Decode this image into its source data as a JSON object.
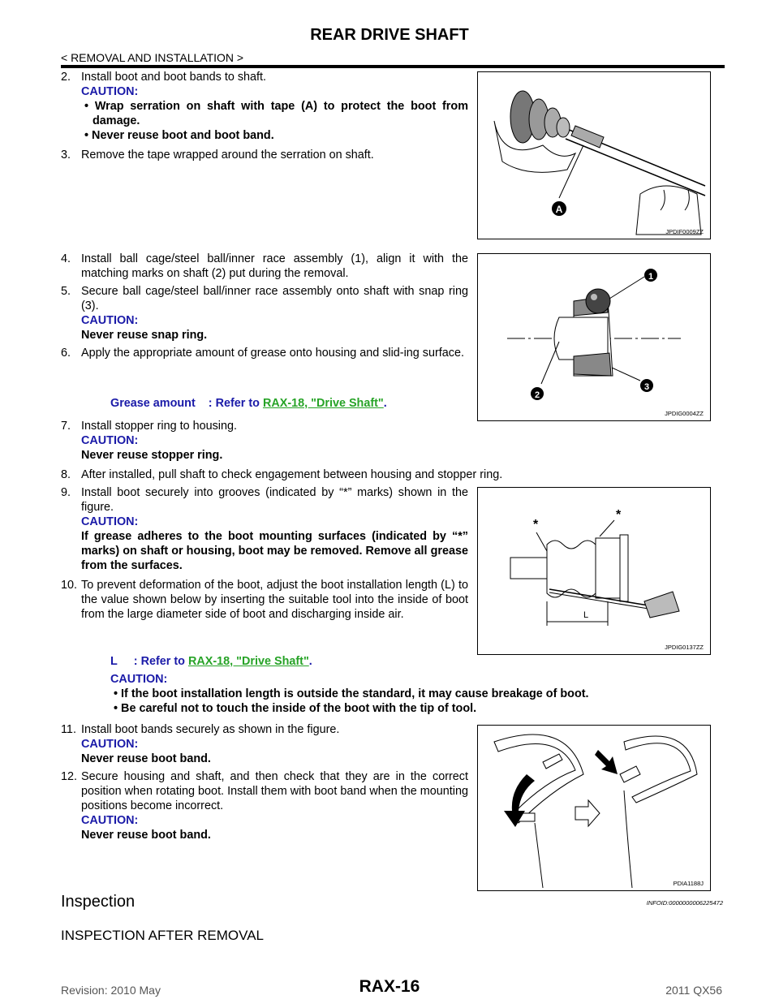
{
  "header": {
    "title": "REAR DRIVE SHAFT",
    "breadcrumb": "< REMOVAL AND INSTALLATION >"
  },
  "steps": {
    "s2": {
      "num": "2.",
      "text": "Install boot and boot bands to shaft.",
      "caution": "CAUTION:",
      "bullet1": "Wrap serration on shaft with tape (A) to protect the boot from damage.",
      "bullet2": "Never reuse boot and boot band."
    },
    "s3": {
      "num": "3.",
      "text": "Remove the tape wrapped around the serration on shaft."
    },
    "s4": {
      "num": "4.",
      "text": "Install ball cage/steel ball/inner race assembly (1), align it with the matching marks on shaft (2) put during the removal."
    },
    "s5": {
      "num": "5.",
      "text": "Secure ball cage/steel ball/inner race assembly onto shaft with snap ring (3).",
      "caution": "CAUTION:",
      "note": "Never reuse snap ring."
    },
    "s6": {
      "num": "6.",
      "text": "Apply the appropriate amount of grease onto housing and slid-ing surface."
    },
    "grease": {
      "label": "Grease amount",
      "refer": ": Refer to",
      "link": "RAX-18, \"Drive Shaft\"",
      "end": "."
    },
    "s7": {
      "num": "7.",
      "text": "Install stopper ring to housing.",
      "caution": "CAUTION:",
      "note": "Never reuse stopper ring."
    },
    "s8": {
      "num": "8.",
      "text": "After installed, pull shaft to check engagement between housing and stopper ring."
    },
    "s9": {
      "num": "9.",
      "text": "Install boot securely into grooves (indicated by “*” marks) shown in the figure.",
      "caution": "CAUTION:",
      "note": "If grease adheres to the boot mounting surfaces (indicated by “*” marks) on shaft or housing, boot may be removed. Remove all grease from the surfaces."
    },
    "s10": {
      "num": "10.",
      "text": "To prevent deformation of the boot, adjust the boot installation length (L) to the value shown below by inserting the suitable tool into the inside of boot from the large diameter side of boot and discharging inside air."
    },
    "lref": {
      "label": "L",
      "refer": ": Refer to",
      "link": "RAX-18, \"Drive Shaft\"",
      "end": "."
    },
    "caution10": {
      "caution": "CAUTION:",
      "bullet1": "If the boot installation length is outside the standard, it may cause breakage of boot.",
      "bullet2": "Be careful not to touch the inside of the boot with the tip of tool."
    },
    "s11": {
      "num": "11.",
      "text": "Install boot bands securely as shown in the figure.",
      "caution": "CAUTION:",
      "note": "Never reuse boot band."
    },
    "s12": {
      "num": "12.",
      "text": "Secure housing and shaft, and then check that they are in the correct position when rotating boot. Install them with boot band when the mounting positions become incorrect.",
      "caution": "CAUTION:",
      "note": "Never reuse boot band."
    }
  },
  "figures": {
    "f1": {
      "code": "JPDIF0009ZZ",
      "label_a": "A"
    },
    "f2": {
      "code": "JPDIG0004ZZ",
      "label_1": "1",
      "label_2": "2",
      "label_3": "3"
    },
    "f3": {
      "code": "JPDIG0137ZZ",
      "star": "*",
      "label_l": "L"
    },
    "f4": {
      "code": "PDIA1188J"
    }
  },
  "inspection": {
    "heading": "Inspection",
    "infoid": "INFOID:0000000006225472",
    "subheading": "INSPECTION AFTER REMOVAL"
  },
  "footer": {
    "revision": "Revision: 2010 May",
    "page": "RAX-16",
    "model": "2011 QX56"
  }
}
